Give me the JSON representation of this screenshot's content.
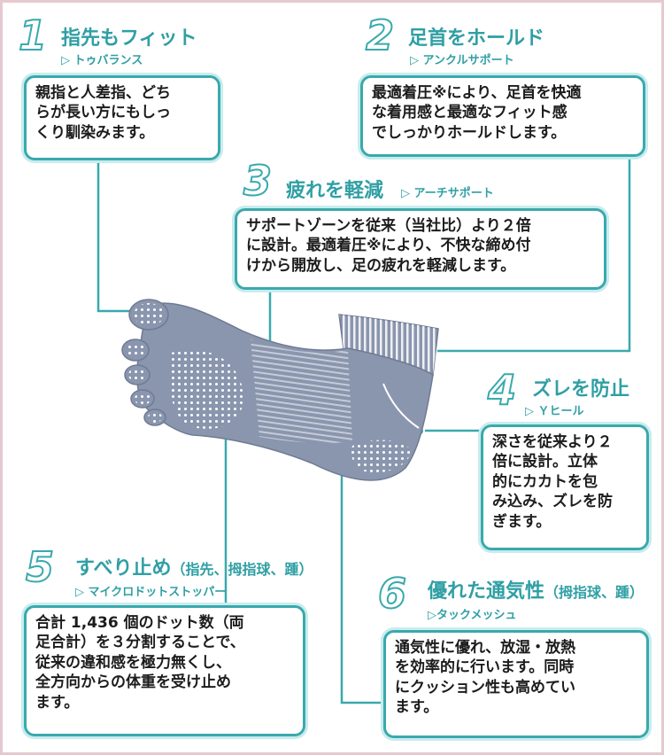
{
  "features": [
    {
      "number": "1",
      "title": "指先もフィット",
      "subtitle": "▷ トゥバランス",
      "text": "親指と人差指、どち\nらが長い方にもしっ\nくり馴染みます。"
    },
    {
      "number": "2",
      "title": "足首をホールド",
      "subtitle": "▷ アンクルサポート",
      "text": "最適着圧※により、足首を快適\nな着用感と最適なフィット感\nでしっかりホールドします。"
    },
    {
      "number": "3",
      "title": "疲れを軽減",
      "subtitle": "▷ アーチサポート",
      "text": "サポートゾーンを従来（当社比）より２倍\nに設計。最適着圧※により、不快な締め付\nけから開放し、足の疲れを軽減します。"
    },
    {
      "number": "4",
      "title": "ズレを防止",
      "subtitle": "▷ Ｙヒール",
      "text": "深さを従来より２\n倍に設計。立体\n的にカカトを包\nみ込み、ズレを防\nぎます。"
    },
    {
      "number": "5",
      "title": "すべり止め",
      "title_paren": "（指先、拇指球、踵）",
      "subtitle": "▷ マイクロドットストッパー",
      "text": "合計 1,436 個のドット数（両\n足合計）を３分割することで、\n従来の違和感を極力無くし、\n全方向からの体重を受け止め\nます。"
    },
    {
      "number": "6",
      "title": "優れた通気性",
      "title_paren": "（拇指球、踵）",
      "subtitle": "▷タックメッシュ",
      "text": "通気性に優れ、放湿・放熱\nを効率的に行います。同時\nにクッション性も高めてい\nます。"
    }
  ],
  "colors": {
    "accent": "#3aa9ad",
    "sock": "#8a96ae",
    "border": "#e6c9cf"
  }
}
